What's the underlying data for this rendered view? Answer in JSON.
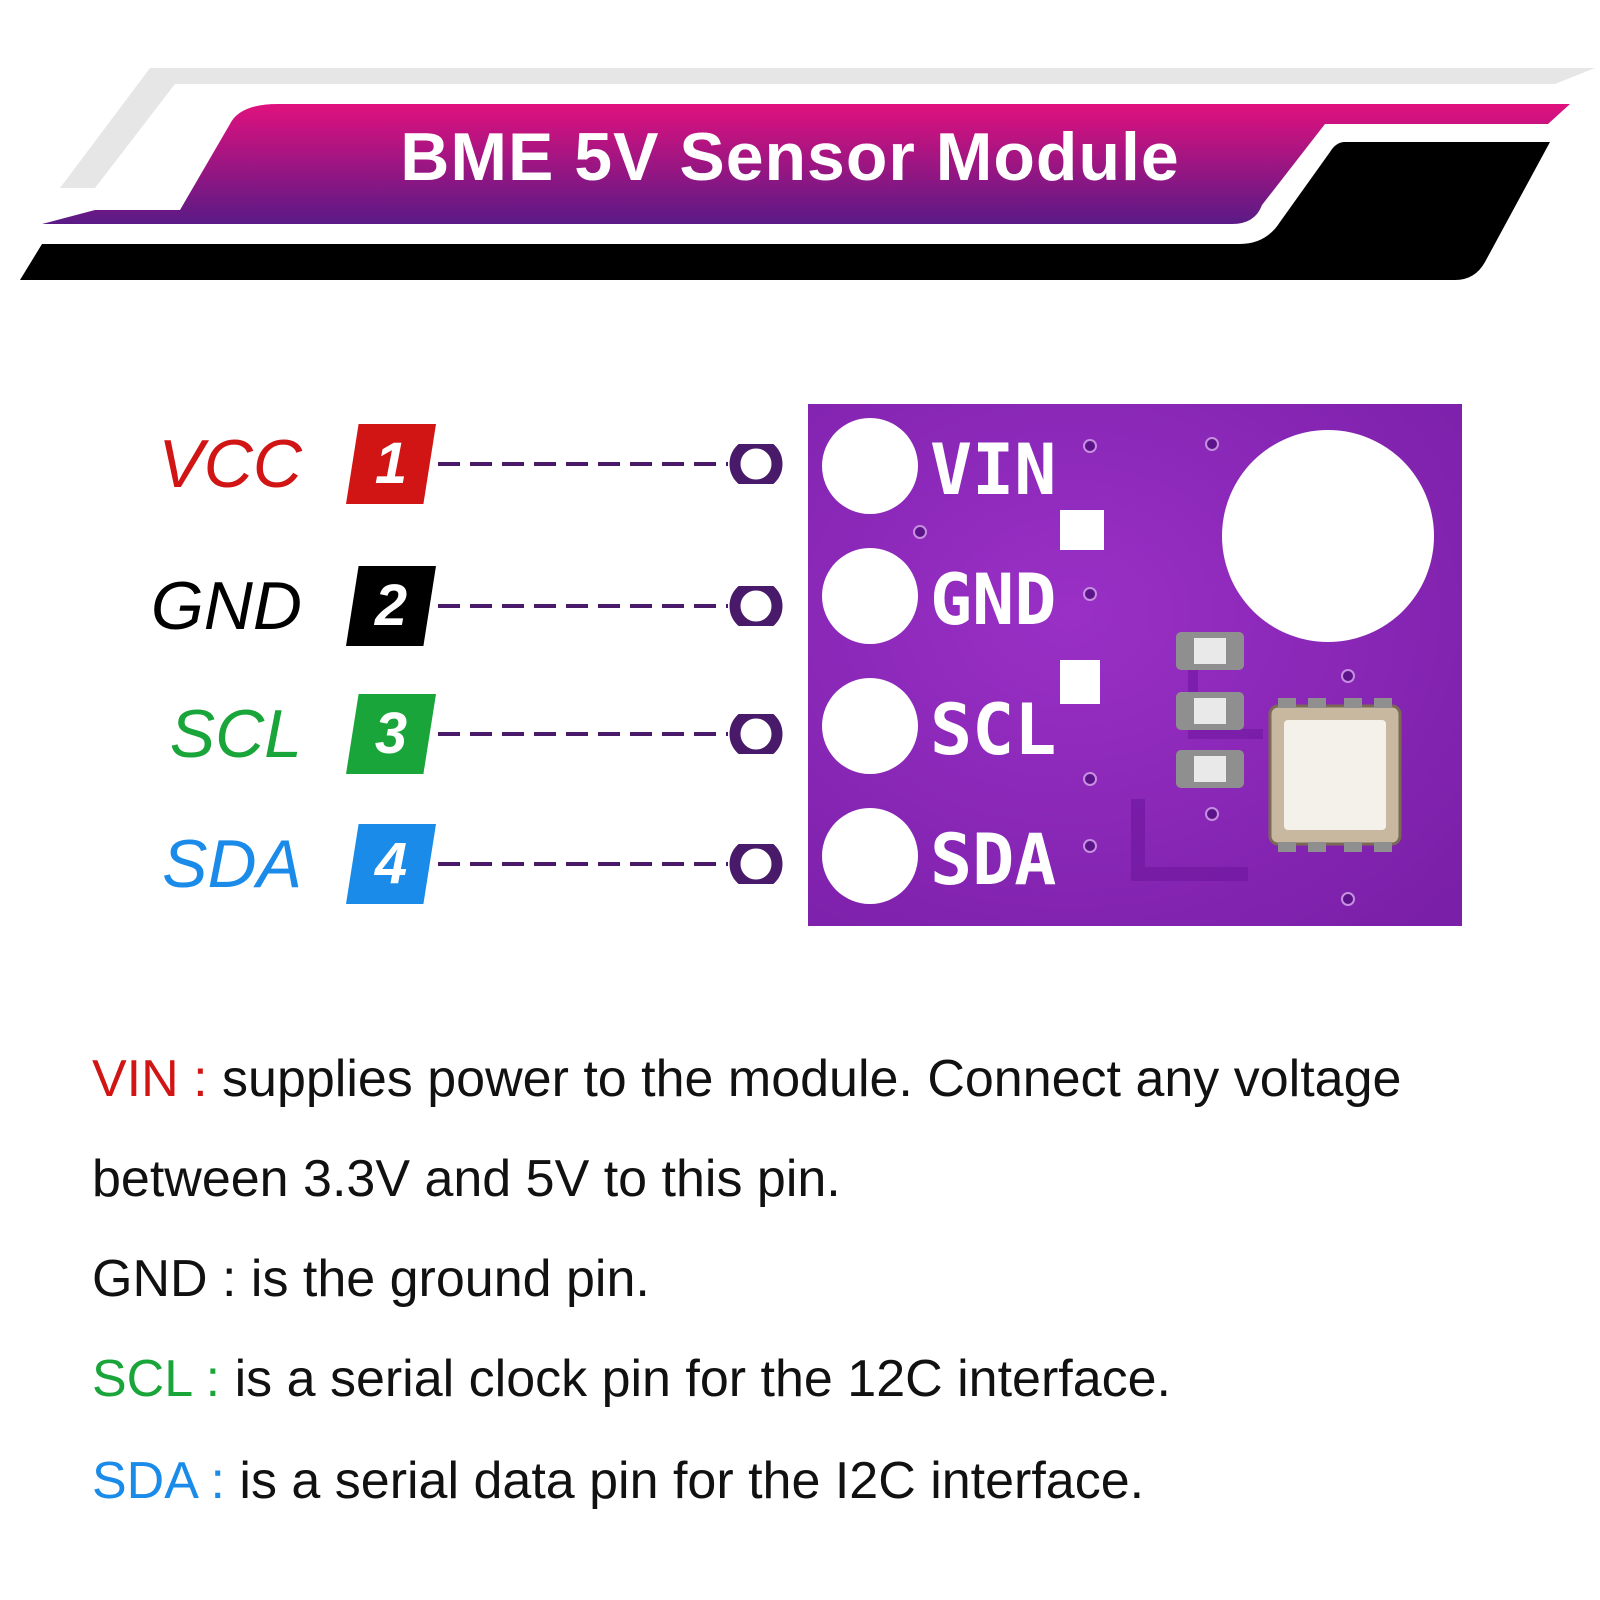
{
  "banner": {
    "title": "BME 5V Sensor Module",
    "colors": {
      "gradient_top": "#e0117e",
      "gradient_bottom": "#5a1a86",
      "dark_stripe": "#000000",
      "light_stripe": "#e6e6e6"
    }
  },
  "pins": [
    {
      "name": "VCC",
      "number": "1",
      "color": "#d11414"
    },
    {
      "name": "GND",
      "number": "2",
      "color": "#000000"
    },
    {
      "name": "SCL",
      "number": "3",
      "color": "#1aa53a"
    },
    {
      "name": "SDA",
      "number": "4",
      "color": "#1a8be8"
    }
  ],
  "board": {
    "color": "#8a25b6",
    "labels": [
      "VIN",
      "GND",
      "SCL",
      "SDA"
    ]
  },
  "descriptions": [
    {
      "key": "VIN :",
      "text": " supplies power to the module. Connect any voltage",
      "color": "#d11414"
    },
    {
      "key": "",
      "text": "between 3.3V and 5V to this pin.",
      "color": "#111111"
    },
    {
      "key": "GND :",
      "text": " is the ground pin.",
      "color": "#111111"
    },
    {
      "key": "SCL :",
      "text": " is a serial clock pin for the 12C interface.",
      "color": "#1aa53a"
    },
    {
      "key": "SDA :",
      "text": " is a serial data pin for the I2C interface.",
      "color": "#1a8be8"
    }
  ]
}
